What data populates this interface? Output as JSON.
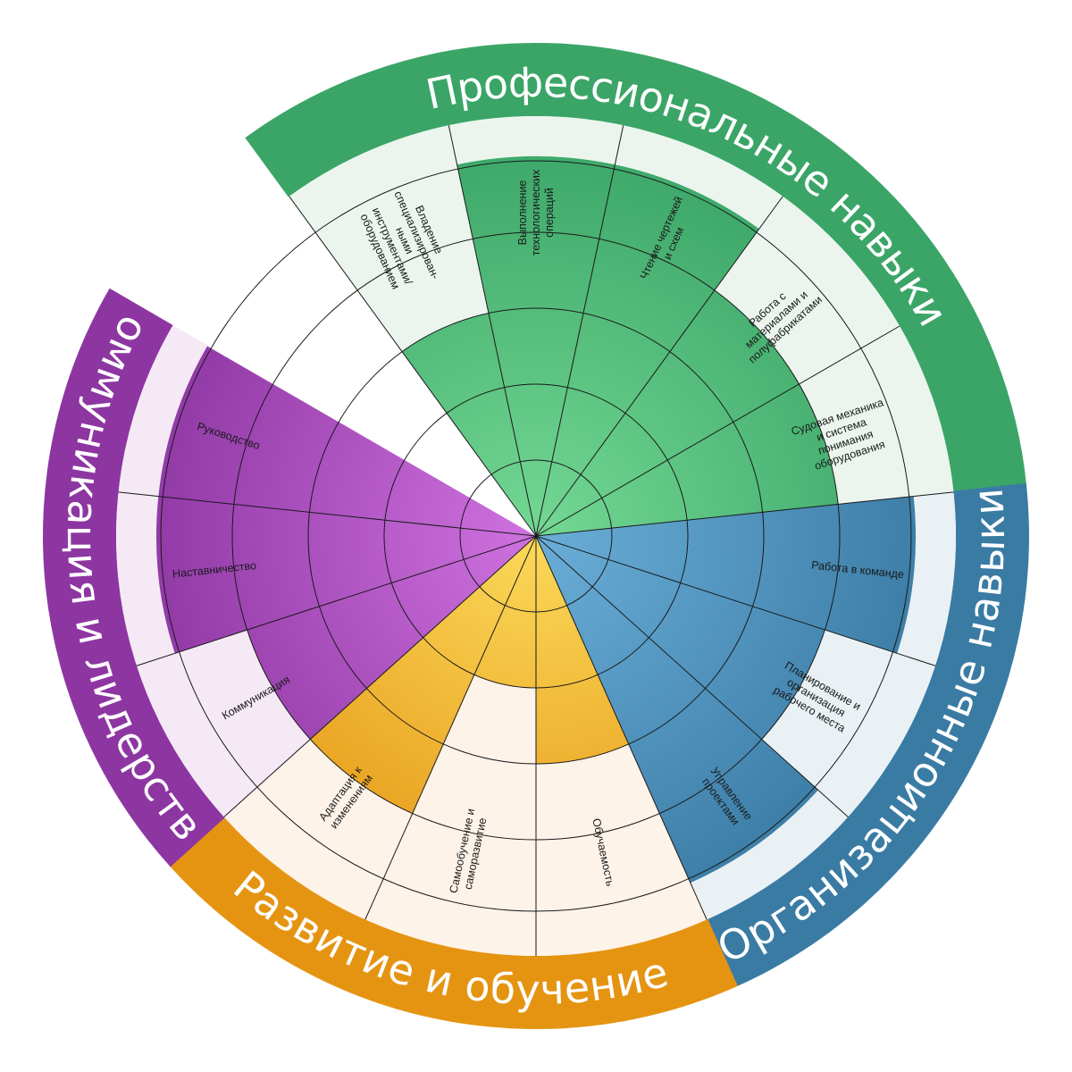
{
  "chart_data": {
    "type": "polar-area",
    "scale_max": 6,
    "categories": [
      {
        "name": "Профессиональные навыки",
        "color": "#3aa567",
        "light": "#ebf5ee",
        "fill_inner": "#74d894",
        "fill_outer": "#3aa567",
        "skills": [
          {
            "label": "Владение специализирован- ными инструментами/ оборудованием",
            "lines": [
              "Владение",
              "специализирован-",
              "ными",
              "инструментами/",
              "оборудованием"
            ],
            "value": 2
          },
          {
            "label": "Выполнение технологических операций",
            "lines": [
              "Выполнение",
              "технологических",
              "операций"
            ],
            "value": 4
          },
          {
            "label": "Чтение чертежей и схем",
            "lines": [
              "Чтение чертежей",
              "и схем"
            ],
            "value": 4
          },
          {
            "label": "Работа с материалами и полуфабрикатами",
            "lines": [
              "Работа с",
              "материалами и",
              "полуфабрикатами"
            ],
            "value": 3
          },
          {
            "label": "Судовая механика и система понимания оборудования",
            "lines": [
              "Судовая механика",
              "и система",
              "понимания",
              "оборудования"
            ],
            "value": 3
          }
        ]
      },
      {
        "name": "Организационные навыки",
        "color": "#3a7ba4",
        "light": "#e9f1f5",
        "fill_inner": "#6aaed8",
        "fill_outer": "#3a7ba4",
        "skills": [
          {
            "label": "Работа в команде",
            "lines": [
              "Работа в команде"
            ],
            "value": 4
          },
          {
            "label": "Планирование и организация рабочего места",
            "lines": [
              "Планирование и",
              "организация",
              "рабочего места"
            ],
            "value": 3
          },
          {
            "label": "Управление проектами",
            "lines": [
              "Управление",
              "проектами"
            ],
            "value": 4
          }
        ]
      },
      {
        "name": "Развитие и обучение",
        "color": "#e59412",
        "light": "#fdf3e9",
        "fill_inner": "#fbd95a",
        "fill_outer": "#e59412",
        "skills": [
          {
            "label": "Обучаемость",
            "lines": [
              "Обучаемость"
            ],
            "value": 2
          },
          {
            "label": "Самообучение и саморазвитие",
            "lines": [
              "Самообучение и",
              "саморазвитие"
            ],
            "value": 1
          },
          {
            "label": "Адаптация к изменениям",
            "lines": [
              "Адаптация к",
              "изменениям"
            ],
            "value": 3
          }
        ]
      },
      {
        "name": "Коммуникация и лидерство",
        "color": "#8d36a2",
        "light": "#f4e9f5",
        "fill_inner": "#cf72e0",
        "fill_outer": "#8d36a2",
        "skills": [
          {
            "label": "Коммуникация",
            "lines": [
              "Коммуникация"
            ],
            "value": 3
          },
          {
            "label": "Наставничество",
            "lines": [
              "Наставничество"
            ],
            "value": 4
          },
          {
            "label": "Руководство",
            "lines": [
              "Руководство"
            ],
            "value": 4
          }
        ]
      }
    ]
  }
}
